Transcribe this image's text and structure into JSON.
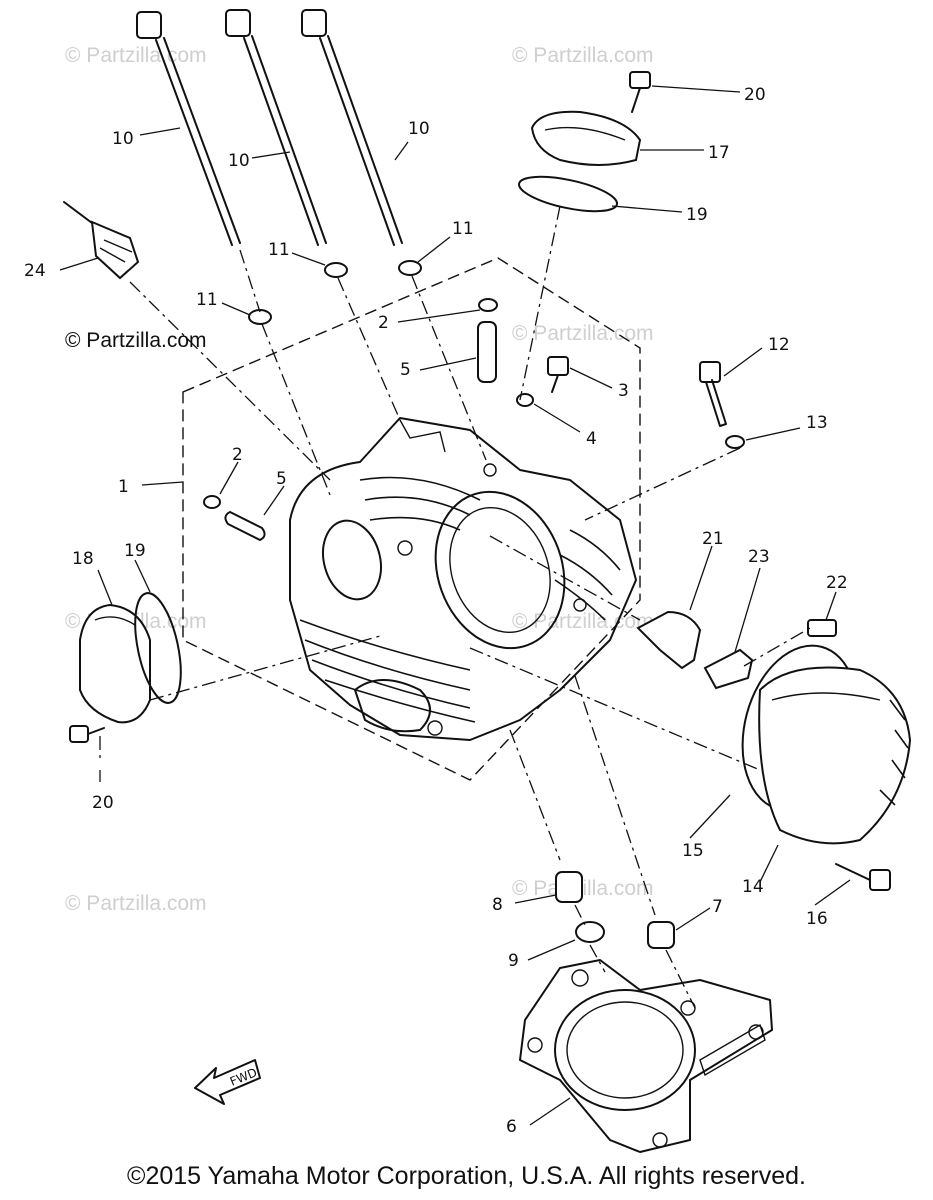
{
  "watermarks": {
    "text": "© Partzilla.com"
  },
  "callouts": [
    "1",
    "2",
    "2",
    "3",
    "4",
    "5",
    "5",
    "6",
    "7",
    "8",
    "9",
    "10",
    "10",
    "10",
    "11",
    "11",
    "11",
    "12",
    "13",
    "14",
    "15",
    "16",
    "17",
    "18",
    "19",
    "19",
    "20",
    "20",
    "21",
    "22",
    "23",
    "24"
  ],
  "fwd_label": "FWD",
  "copyright": "©2015 Yamaha Motor Corporation, U.S.A. All rights reserved."
}
